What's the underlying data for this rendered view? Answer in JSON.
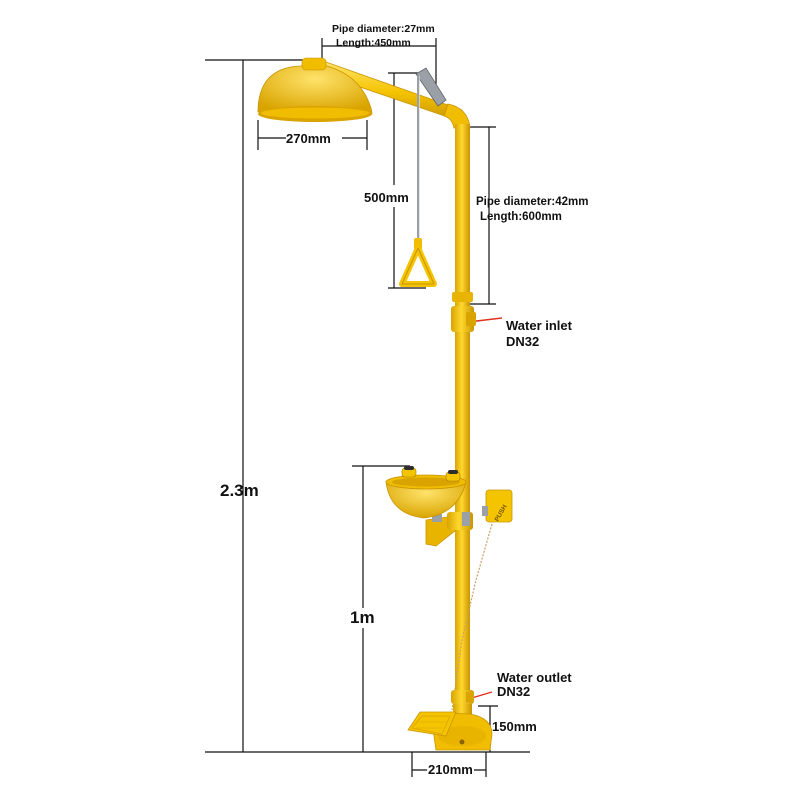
{
  "labels": {
    "top_pipe_diameter": "Pipe diameter:27mm",
    "top_pipe_length": "Length:450mm",
    "shower_head_width": "270mm",
    "pull_rod_length": "500mm",
    "main_pipe_diameter": "Pipe diameter:42mm",
    "main_pipe_length": "Length:600mm",
    "water_inlet": "Water inlet",
    "water_inlet_size": "DN32",
    "total_height": "2.3m",
    "bowl_height": "1m",
    "water_outlet": "Water outlet",
    "water_outlet_size": "DN32",
    "base_height": "150mm",
    "base_width": "210mm",
    "push_plate": "PUSH"
  },
  "colors": {
    "body": "#f5c400",
    "body_dark": "#d9a400",
    "body_light": "#ffe36a",
    "dimension_line": "#111111",
    "leader_line": "#e0301e"
  }
}
